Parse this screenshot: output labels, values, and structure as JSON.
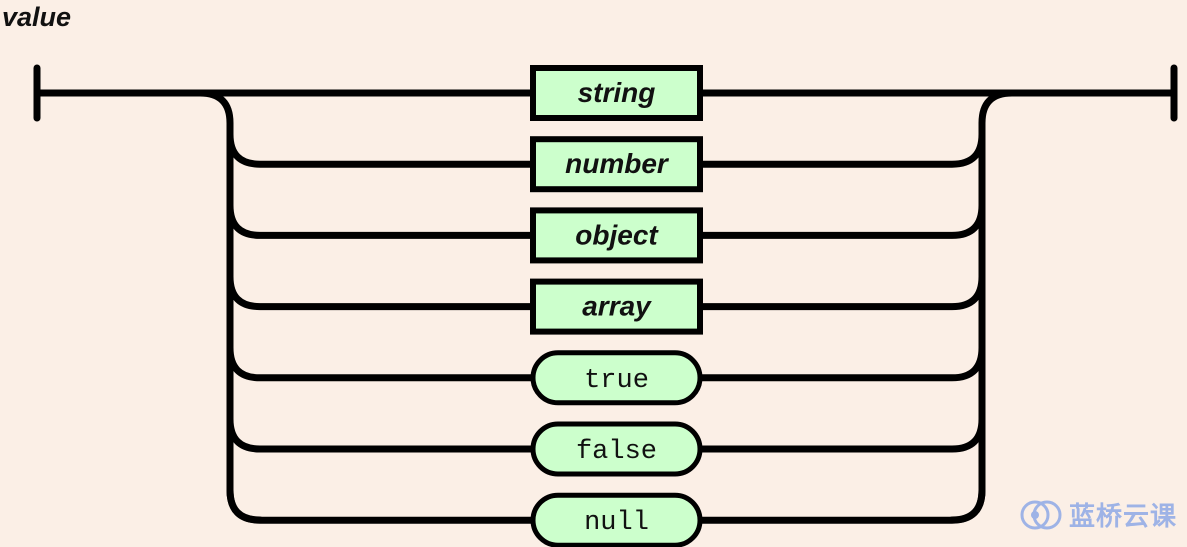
{
  "diagram": {
    "title": "value",
    "nonterminals": [
      "string",
      "number",
      "object",
      "array"
    ],
    "terminals": [
      "true",
      "false",
      "null"
    ],
    "colors": {
      "background": "#fbefe6",
      "node_fill": "#ccffcc",
      "line": "#000000"
    }
  },
  "watermark": {
    "text": "蓝桥云课",
    "icon": "lanqiao-logo-icon",
    "color": "#9eb3e6"
  }
}
